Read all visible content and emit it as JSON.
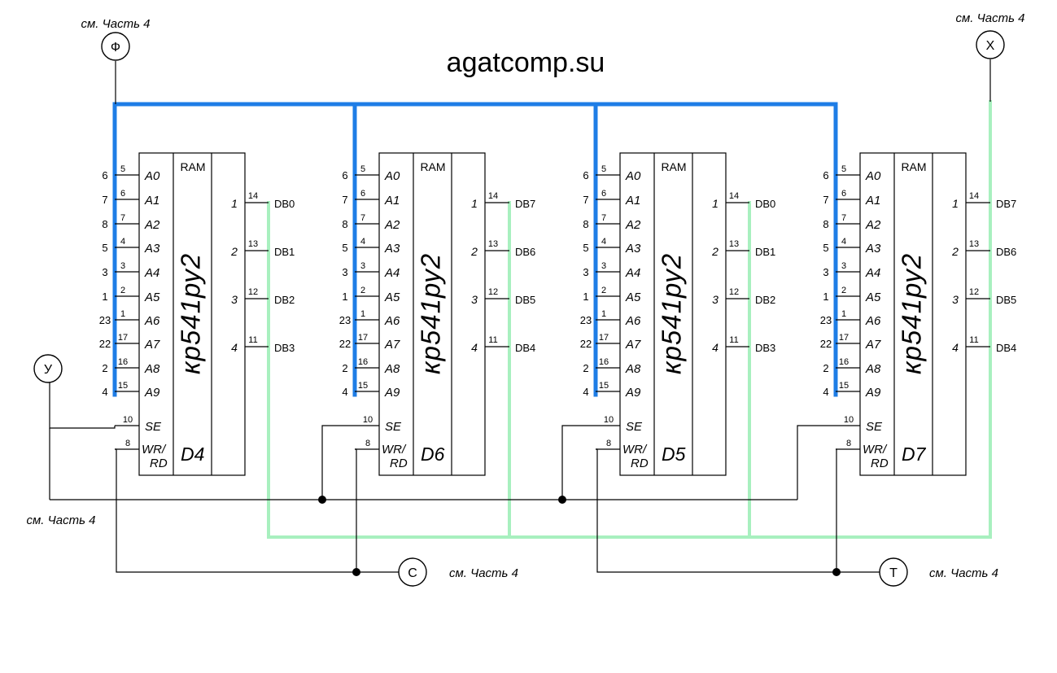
{
  "title": "agatcomp.su",
  "ram_label": "RAM",
  "chip_type": "кр541ру2",
  "address_pins": [
    {
      "name": "A0",
      "pin": "5",
      "outer": "6"
    },
    {
      "name": "A1",
      "pin": "6",
      "outer": "7"
    },
    {
      "name": "A2",
      "pin": "7",
      "outer": "8"
    },
    {
      "name": "A3",
      "pin": "4",
      "outer": "5"
    },
    {
      "name": "A4",
      "pin": "3",
      "outer": "3"
    },
    {
      "name": "A5",
      "pin": "2",
      "outer": "1"
    },
    {
      "name": "A6",
      "pin": "1",
      "outer": "23"
    },
    {
      "name": "A7",
      "pin": "17",
      "outer": "22"
    },
    {
      "name": "A8",
      "pin": "16",
      "outer": "2"
    },
    {
      "name": "A9",
      "pin": "15",
      "outer": "4"
    }
  ],
  "control_pins": [
    {
      "name": "SE",
      "pin": "10"
    },
    {
      "name": "WR/",
      "name2": "RD",
      "pin": "8"
    }
  ],
  "output_pins": [
    {
      "index": "1",
      "pin": "14"
    },
    {
      "index": "2",
      "pin": "13"
    },
    {
      "index": "3",
      "pin": "12"
    },
    {
      "index": "4",
      "pin": "11"
    }
  ],
  "chips": [
    {
      "ref": "D4",
      "db": [
        "DB0",
        "DB1",
        "DB2",
        "DB3"
      ]
    },
    {
      "ref": "D6",
      "db": [
        "DB7",
        "DB6",
        "DB5",
        "DB4"
      ]
    },
    {
      "ref": "D5",
      "db": [
        "DB0",
        "DB1",
        "DB2",
        "DB3"
      ]
    },
    {
      "ref": "D7",
      "db": [
        "DB7",
        "DB6",
        "DB5",
        "DB4"
      ]
    }
  ],
  "connectors": [
    {
      "letter": "Ф",
      "note": "см. Часть 4"
    },
    {
      "letter": "Х",
      "note": "см. Часть 4"
    },
    {
      "letter": "У",
      "note": "см. Часть 4"
    },
    {
      "letter": "С",
      "note": "см. Часть 4"
    },
    {
      "letter": "Т",
      "note": "см. Часть 4"
    }
  ],
  "colors": {
    "address_bus": "#1e7de6",
    "data_bus": "#a8f0bf",
    "wire": "#000000"
  }
}
